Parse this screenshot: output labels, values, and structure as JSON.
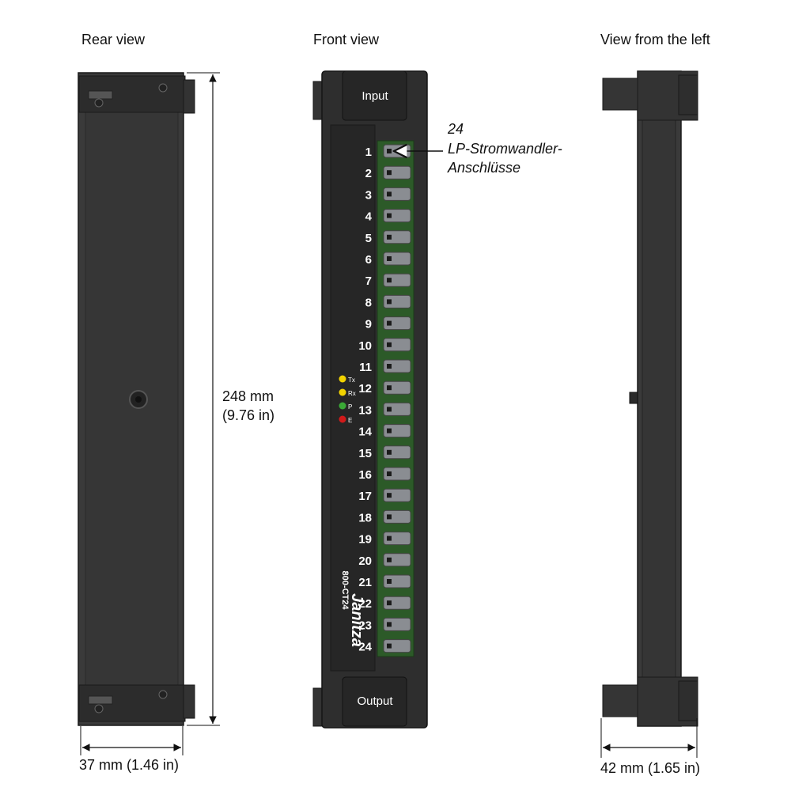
{
  "views": {
    "rear": "Rear view",
    "front": "Front view",
    "left": "View from the left"
  },
  "front_panel": {
    "input_label": "Input",
    "output_label": "Output",
    "ports": [
      "1",
      "2",
      "3",
      "4",
      "5",
      "6",
      "7",
      "8",
      "9",
      "10",
      "11",
      "12",
      "13",
      "14",
      "15",
      "16",
      "17",
      "18",
      "19",
      "20",
      "21",
      "22",
      "23",
      "24"
    ],
    "leds": [
      {
        "label": "Tx",
        "color": "#f2d200"
      },
      {
        "label": "Rx",
        "color": "#f2d200"
      },
      {
        "label": "P",
        "color": "#3aa836"
      },
      {
        "label": "E",
        "color": "#d11a1a"
      }
    ],
    "model": "800-CT24",
    "brand": "Janitza"
  },
  "callout": {
    "count": "24",
    "line1": "LP-Stromwandler-",
    "line2": "Anschlüsse"
  },
  "dimensions": {
    "height_mm": "248 mm",
    "height_in": "(9.76 in)",
    "width_rear": "37 mm (1.46 in)",
    "width_left": "42 mm (1.65 in)"
  },
  "colors": {
    "housing": "#3a3a3a",
    "housing_dark": "#262626",
    "terminal_green": "#2e6b2a",
    "terminal_gray": "#8a8d92"
  }
}
